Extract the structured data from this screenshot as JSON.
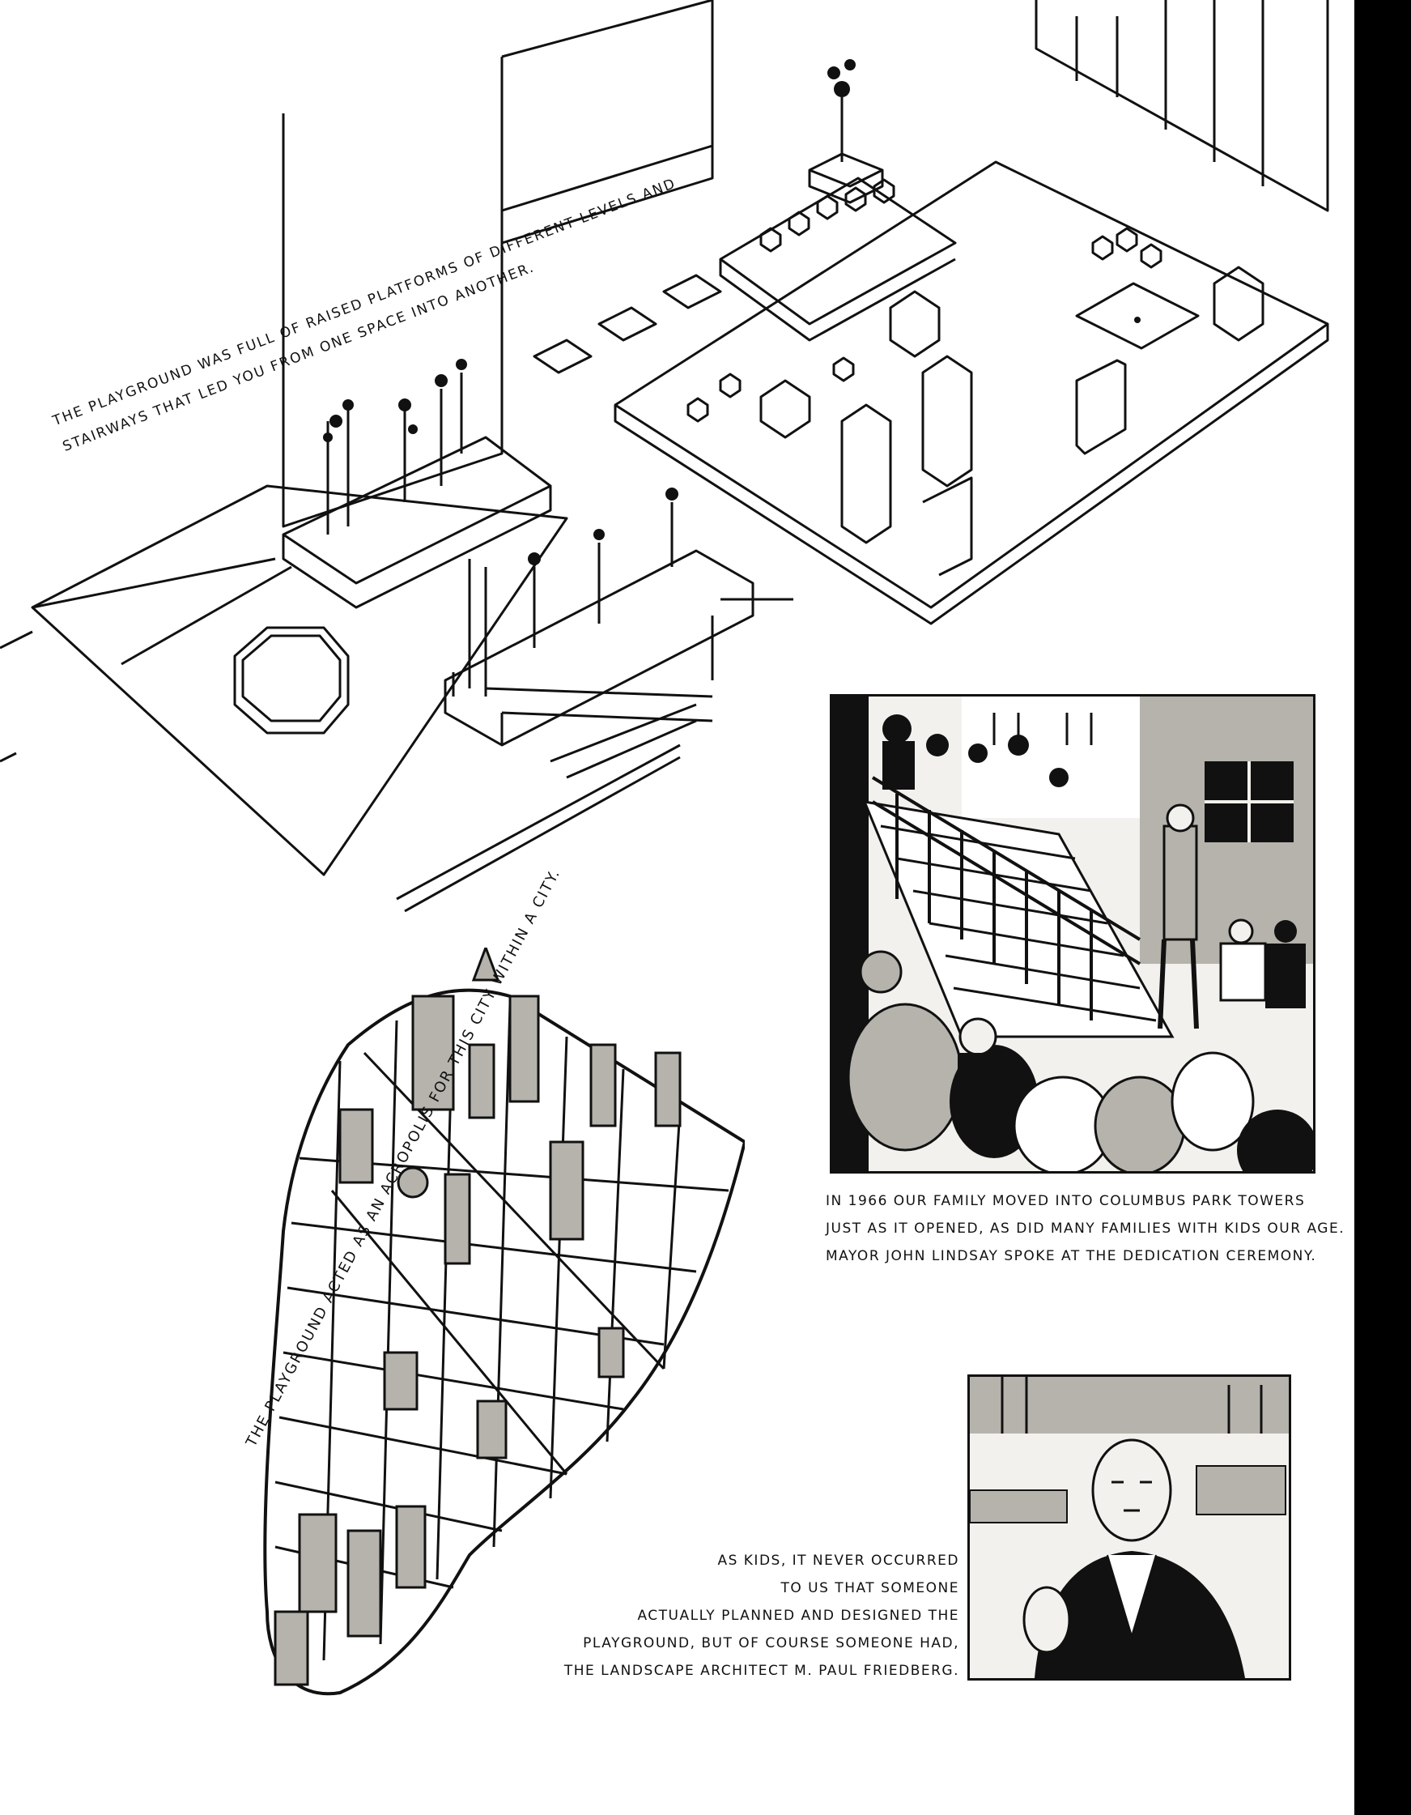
{
  "captions": {
    "playground": [
      "The playground was full of raised platforms of different levels and",
      "stairways that led you from one space into another."
    ],
    "family": [
      "In 1966 our family moved into Columbus Park Towers",
      "just as it opened, as did many families with kids our age.",
      "Mayor John Lindsay spoke at the dedication ceremony."
    ],
    "acropolis": "The playground acted as an acropolis for this city within a city.",
    "architect": [
      "As kids, it never occurred",
      "to us that someone",
      "actually planned and designed the",
      "playground, but of course someone had,",
      "the landscape architect M. Paul Friedberg."
    ]
  },
  "illustrations": {
    "playground_plan": "isometric-playground-drawing",
    "dedication_photo": "dedication-ceremony-panel",
    "city_map": "manhattan-isometric-map",
    "architect_portrait": "architect-portrait-panel"
  },
  "colors": {
    "ink": "#111111",
    "paper": "#ffffff",
    "gray_wash": "#b5b3ac"
  }
}
